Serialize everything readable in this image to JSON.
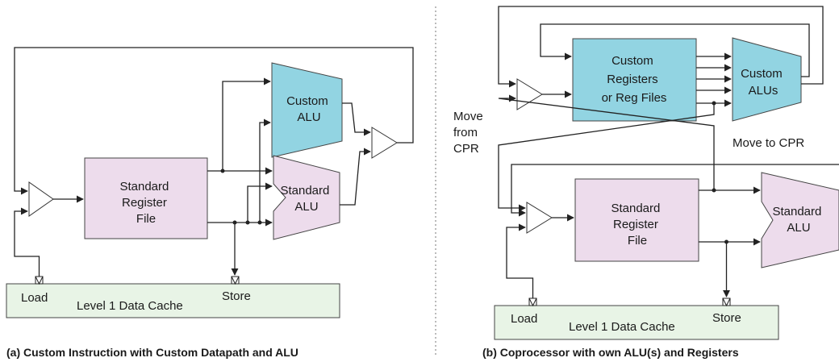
{
  "left": {
    "standard_register_file": [
      "Standard",
      "Register",
      "File"
    ],
    "custom_alu": [
      "Custom",
      "ALU"
    ],
    "standard_alu": [
      "Standard",
      "ALU"
    ],
    "cache_label": "Level 1 Data Cache",
    "load_label": "Load",
    "store_label": "Store",
    "caption": "(a) Custom Instruction with Custom Datapath and ALU"
  },
  "right": {
    "custom_registers": [
      "Custom",
      "Registers",
      "or Reg Files"
    ],
    "custom_alus": [
      "Custom",
      "ALUs"
    ],
    "standard_register_file": [
      "Standard",
      "Register",
      "File"
    ],
    "standard_alu": [
      "Standard",
      "ALU"
    ],
    "move_from_cpr": [
      "Move",
      "from",
      "CPR"
    ],
    "move_to_cpr": "Move to CPR",
    "cache_label": "Level 1 Data Cache",
    "load_label": "Load",
    "store_label": "Store",
    "caption": "(b) Coprocessor with own ALU(s) and Registers"
  },
  "colors": {
    "register_file": "#eddcec",
    "custom_block": "#92d4e2",
    "cache": "#e8f4e6"
  }
}
